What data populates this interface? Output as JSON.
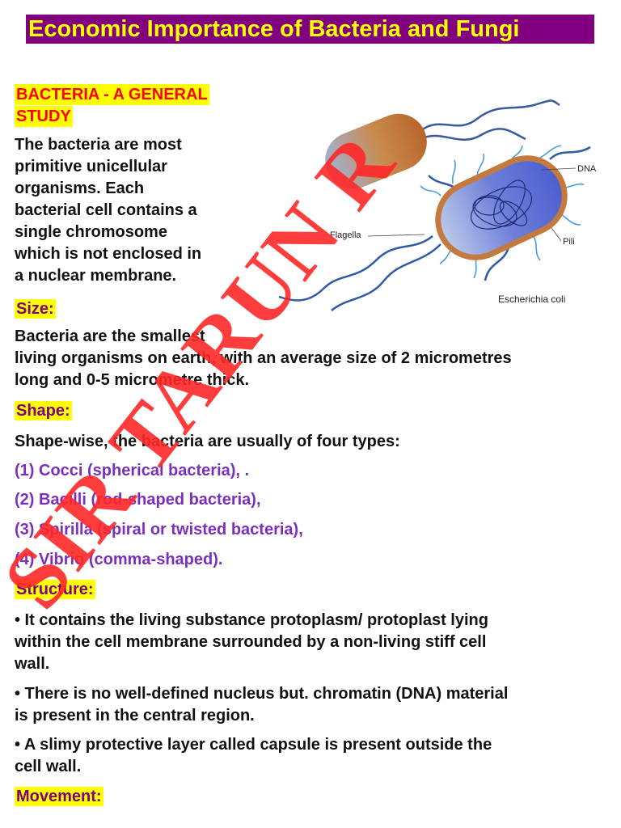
{
  "title": "Economic Importance of Bacteria and Fungi",
  "section1": {
    "heading": "BACTERIA - A GENERAL STUDY",
    "heading_line1": "BACTERIA - A GENERAL",
    "heading_line2": "STUDY",
    "intro_lines": [
      "The bacteria are most",
      "primitive unicellular",
      "organisms. Each",
      "bacterial cell contains a",
      "single chromosome",
      "which is not enclosed in",
      "a nuclear membrane."
    ]
  },
  "figure": {
    "labels": {
      "dna": "DNA",
      "flagella": "Flagella",
      "pili": "Pili",
      "caption": "Escherichia coli"
    }
  },
  "size": {
    "heading": "Size:",
    "lines": [
      "Bacteria are the smallest",
      "living organisms on earth, with an average size of 2 micrometres",
      "long and 0-5 micrometre thick."
    ]
  },
  "shape": {
    "heading": "Shape:",
    "intro": "Shape-wise, the bacteria are usually of four types:",
    "items": [
      "(1) Cocci (spherical bacteria), .",
      "(2) Bacilli (rod-shaped bacteria),",
      "(3) Spirilla (spiral or twisted bacteria),",
      "(4) Vibrio (comma-shaped)."
    ]
  },
  "structure": {
    "heading": "Structure:",
    "points": [
      [
        "• It contains the living substance protoplasm/ protoplast lying",
        "within the cell membrane surrounded by a non-living stiff cell",
        "wall."
      ],
      [
        "• There is no well-defined nucleus but. chromatin (DNA) material",
        "is present in the central region."
      ],
      [
        "•  A slimy protective layer called capsule is present outside the",
        "cell wall."
      ]
    ]
  },
  "movement": {
    "heading": "Movement:"
  },
  "watermark": "SIR TARUN R",
  "colors": {
    "title_bg": "#800080",
    "title_text": "#ffff00",
    "highlight": "#ffff00",
    "red_heading": "#ff0000",
    "purple_heading": "#800080",
    "list_text": "#7b2fbe",
    "watermark": "#ff2828"
  }
}
